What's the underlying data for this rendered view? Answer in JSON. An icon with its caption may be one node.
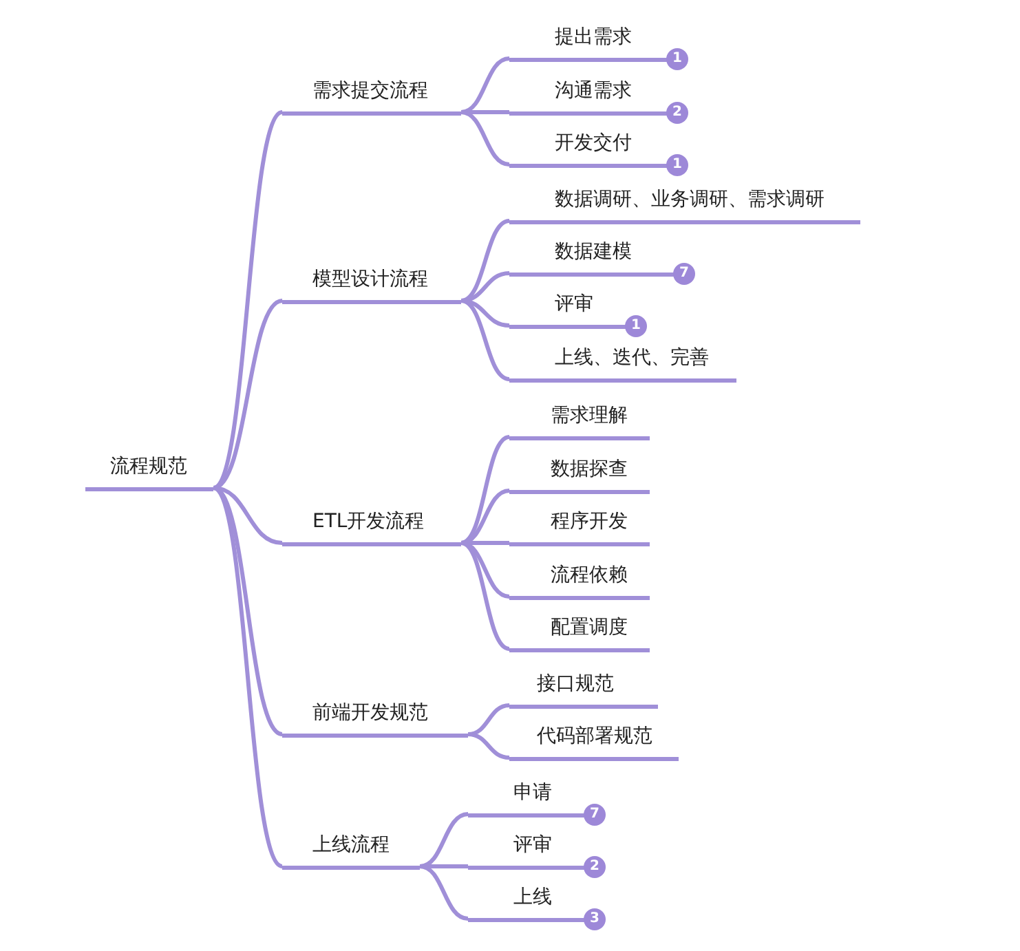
{
  "diagram": {
    "nodes": [
      {
        "text": [
          "流程规范"
        ]
      },
      {
        "text": [
          "需求提交流程"
        ]
      },
      {
        "text": [
          "提出需求"
        ],
        "beside": [
          "1"
        ]
      },
      {
        "text": [
          "沟通需求"
        ],
        "beside": [
          "2"
        ]
      },
      {
        "text": [
          "开发交付"
        ],
        "beside": [
          "1"
        ]
      },
      {
        "text": [
          "模型设计流程"
        ]
      },
      {
        "text": [
          "数据调研、业务调研、需求调研"
        ]
      },
      {
        "text": [
          "数据建模"
        ],
        "beside": [
          "7"
        ]
      },
      {
        "text": [
          "评审"
        ],
        "beside": [
          "1"
        ]
      },
      {
        "text": [
          "上线、迭代、完善"
        ]
      },
      {
        "text": [
          "ETL开发流程"
        ]
      },
      {
        "text": [
          "需求理解"
        ]
      },
      {
        "text": [
          "数据探查"
        ]
      },
      {
        "text": [
          "程序开发"
        ]
      },
      {
        "text": [
          "流程依赖"
        ]
      },
      {
        "text": [
          "配置调度"
        ]
      },
      {
        "text": [
          "前端开发规范"
        ]
      },
      {
        "text": [
          "接口规范"
        ]
      },
      {
        "text": [
          "代码部署规范"
        ]
      },
      {
        "text": [
          "上线流程"
        ]
      },
      {
        "text": [
          "申请"
        ],
        "beside": [
          "7"
        ]
      },
      {
        "text": [
          "评审"
        ],
        "beside": [
          "2"
        ]
      },
      {
        "text": [
          "上线"
        ],
        "beside": [
          "3"
        ]
      }
    ],
    "edges": [
      {
        "from": 0,
        "to": 1,
        "arrow": "none"
      },
      {
        "from": 1,
        "to": 2,
        "arrow": "none"
      },
      {
        "from": 1,
        "to": 3,
        "arrow": "none"
      },
      {
        "from": 1,
        "to": 4,
        "arrow": "none"
      },
      {
        "from": 0,
        "to": 5,
        "arrow": "none"
      },
      {
        "from": 5,
        "to": 6,
        "arrow": "none"
      },
      {
        "from": 5,
        "to": 7,
        "arrow": "none"
      },
      {
        "from": 5,
        "to": 8,
        "arrow": "none"
      },
      {
        "from": 5,
        "to": 9,
        "arrow": "none"
      },
      {
        "from": 0,
        "to": 10,
        "arrow": "none"
      },
      {
        "from": 10,
        "to": 11,
        "arrow": "none"
      },
      {
        "from": 10,
        "to": 12,
        "arrow": "none"
      },
      {
        "from": 10,
        "to": 13,
        "arrow": "none"
      },
      {
        "from": 10,
        "to": 14,
        "arrow": "none"
      },
      {
        "from": 10,
        "to": 15,
        "arrow": "none"
      },
      {
        "from": 0,
        "to": 16,
        "arrow": "none"
      },
      {
        "from": 16,
        "to": 17,
        "arrow": "none"
      },
      {
        "from": 16,
        "to": 18,
        "arrow": "none"
      },
      {
        "from": 0,
        "to": 19,
        "arrow": "none"
      },
      {
        "from": 19,
        "to": 20,
        "arrow": "none"
      },
      {
        "from": 19,
        "to": 21,
        "arrow": "none"
      },
      {
        "from": 19,
        "to": 22,
        "arrow": "none"
      }
    ]
  }
}
